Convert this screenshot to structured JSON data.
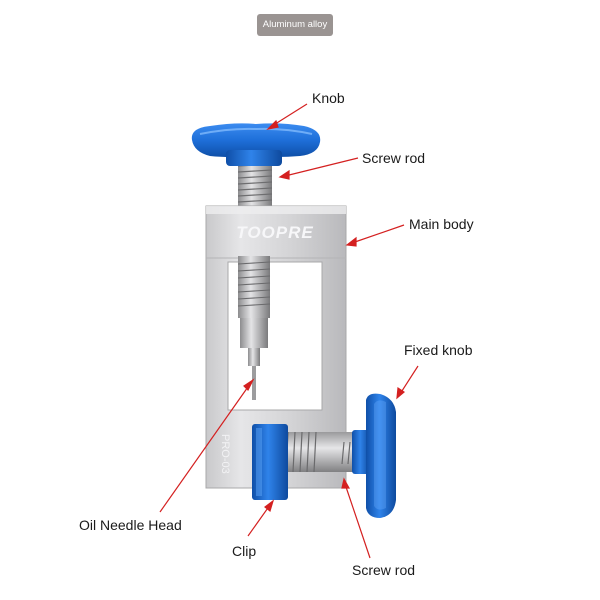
{
  "badge": {
    "text": "Aluminum alloy"
  },
  "product": {
    "brand": "TOOPRE",
    "model": "PRO-03"
  },
  "labels": {
    "knob": "Knob",
    "screw_rod_top": "Screw rod",
    "main_body": "Main body",
    "fixed_knob": "Fixed knob",
    "oil_needle_head": "Oil Needle Head",
    "clip": "Clip",
    "screw_rod_bottom": "Screw rod"
  },
  "colors": {
    "arrow": "#d42020",
    "anodized_blue": "#1e6fd9",
    "aluminum": "#d6d6d8",
    "badge_bg": "#9a9492"
  }
}
